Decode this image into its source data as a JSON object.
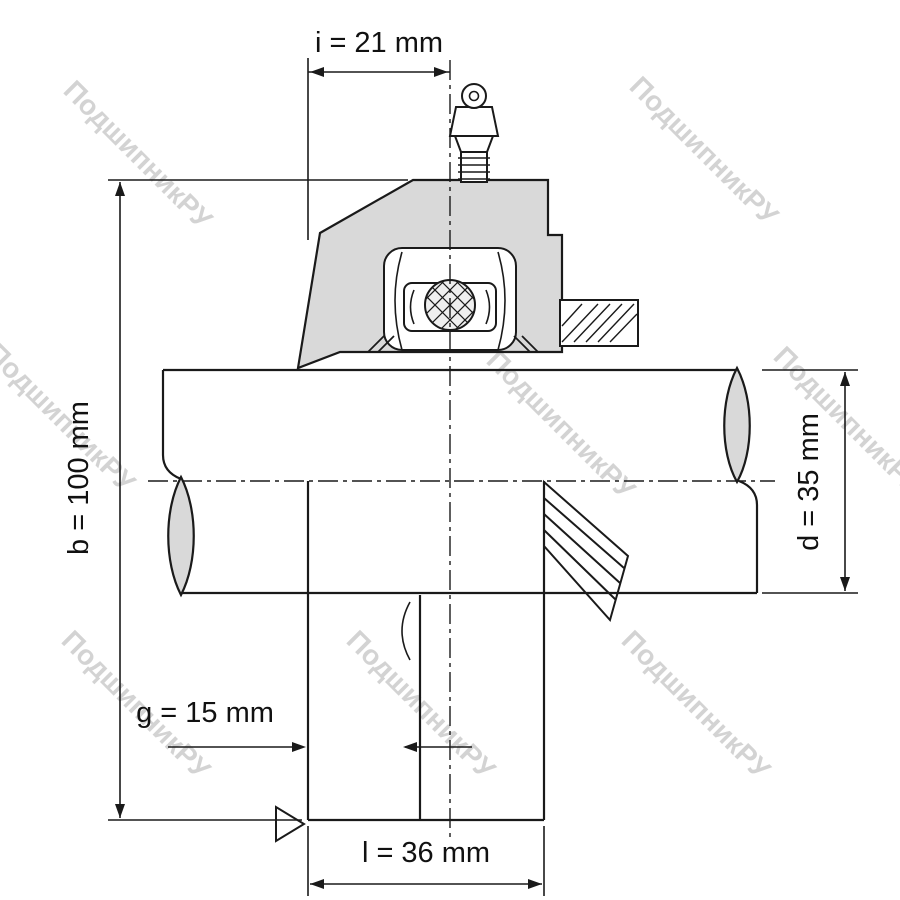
{
  "drawing": {
    "subject": "flanged-bearing-unit-cross-section",
    "watermark": "ПодшипникРУ",
    "dimensions": {
      "i": {
        "label": "i = 21 mm"
      },
      "b": {
        "label": "b = 100 mm"
      },
      "d": {
        "label": "d = 35 mm"
      },
      "g": {
        "label": "g = 15 mm"
      },
      "l": {
        "label": "l = 36 mm"
      }
    },
    "colors": {
      "line": "#1a1a1a",
      "part_shading": "#d9d9d9",
      "watermark": "#c9c9c9",
      "background": "#ffffff"
    }
  }
}
